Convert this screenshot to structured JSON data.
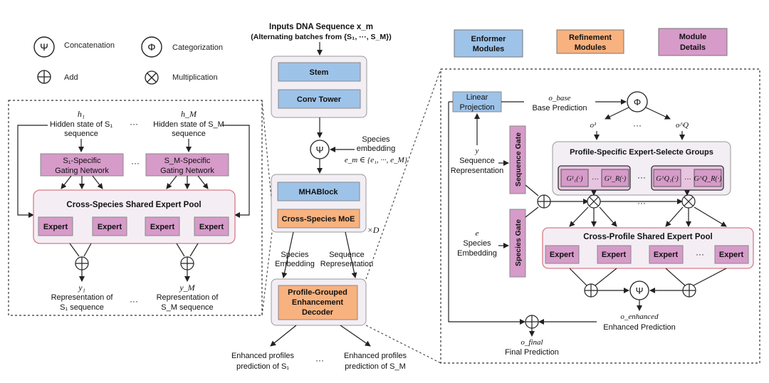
{
  "colors": {
    "enformer": "#9ec3e8",
    "refinement": "#f7b27f",
    "module": "#d69bc9",
    "panel_bg": "#f2eef4",
    "pool_border": "#d97a86",
    "line": "#222222"
  },
  "legend": {
    "concat_symbol": "Ψ",
    "concat_label": "Concatenation",
    "categ_symbol": "Φ",
    "categ_label": "Categorization",
    "add_symbol": "⊕",
    "add_label": "Add",
    "mult_symbol": "⊗",
    "mult_label": "Multiplication"
  },
  "key": {
    "enformer": [
      "Enformer",
      "Modules"
    ],
    "refinement": [
      "Refinement",
      "Modules"
    ],
    "module": [
      "Module",
      "Details"
    ]
  },
  "left": {
    "h1": "h₁",
    "h1_desc": [
      "Hidden state of S₁",
      "sequence"
    ],
    "hM": "h_M",
    "hM_desc": [
      "Hidden state of S_M",
      "sequence"
    ],
    "ellipsis": "···",
    "gating1": [
      "S₁-Specific",
      "Gating Network"
    ],
    "gatingM": [
      "S_M-Specific",
      "Gating Network"
    ],
    "pool_title": "Cross-Species Shared Expert Pool",
    "experts": [
      "Expert",
      "Expert",
      "Expert",
      "Expert"
    ],
    "y1": "y₁",
    "y1_desc": [
      "Representation of",
      "S₁ sequence"
    ],
    "yM": "y_M",
    "yM_desc": [
      "Representation of",
      "S_M sequence"
    ]
  },
  "center": {
    "input_title": "Inputs DNA Sequence x_m",
    "input_sub": "(Alternating batches from {S₁, ···, S_M})",
    "stem": "Stem",
    "conv": "Conv Tower",
    "psi": "Ψ",
    "species_emb": [
      "Species",
      "embedding",
      "e_m ∈ {e₁, ···, e_M}"
    ],
    "mha": "MHABlock",
    "moe": "Cross-Species MoE",
    "times_d": "×D",
    "species_out": [
      "Species",
      "Embedding"
    ],
    "seq_out": [
      "Sequence",
      "Representation"
    ],
    "decoder": [
      "Profile-Grouped",
      "Enhancement",
      "Decoder"
    ],
    "out1": [
      "Enhanced profiles",
      "prediction of S₁"
    ],
    "outM": [
      "Enhanced profiles",
      "prediction of S_M"
    ],
    "ellipsis": "···"
  },
  "right": {
    "linear": [
      "Linear",
      "Projection"
    ],
    "o_base": "o_base",
    "base_label": "Base Prediction",
    "phi": "Φ",
    "o1": "o¹",
    "oQ": "o^Q",
    "ellipsis": "···",
    "seq_gate": "Sequence Gate",
    "species_gate": "Species Gate",
    "y": "y",
    "y_desc": [
      "Sequence",
      "Representation"
    ],
    "e": "e",
    "e_desc": [
      "Species",
      "Embedding"
    ],
    "groups_title": "Profile-Specific Expert-Selecte Groups",
    "g_left": [
      "G¹₁(·)",
      "G¹_R(·)"
    ],
    "g_right": [
      "G^Q₁(·)",
      "G^Q_R(·)"
    ],
    "pool_title": "Cross-Profile Shared Expert Pool",
    "experts": [
      "Expert",
      "Expert",
      "Expert",
      "Expert"
    ],
    "o_enhanced": "o_enhanced",
    "enhanced_label": "Enhanced Prediction",
    "o_final": "o_final",
    "final_label": "Final Prediction"
  }
}
